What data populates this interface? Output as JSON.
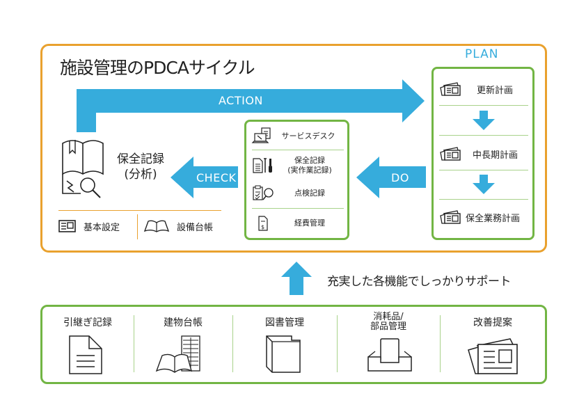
{
  "title": "施設管理のPDCAサイクル",
  "colors": {
    "arrow_blue": "#36acdc",
    "cycle_border_orange": "#e9a12e",
    "group_border_green": "#72b544",
    "separator_green": "#a8d28a"
  },
  "plan": {
    "label": "PLAN",
    "items": [
      {
        "label": "更新計画",
        "icon": "document-stack-icon"
      },
      {
        "label": "中長期計画",
        "icon": "document-stack-icon"
      },
      {
        "label": "保全業務計画",
        "icon": "document-stack-icon"
      }
    ]
  },
  "arrows": {
    "action": "ACTION",
    "do": "DO",
    "check": "CHECK"
  },
  "do": {
    "items": [
      {
        "label": "サービスデスク",
        "icon": "laptop-document-icon"
      },
      {
        "label_line1": "保全記録",
        "label_line2": "(実作業記録)",
        "icon": "document-tools-icon"
      },
      {
        "label": "点検記録",
        "icon": "checklist-search-icon"
      },
      {
        "label": "経費管理",
        "icon": "expense-document-icon"
      }
    ]
  },
  "check": {
    "label_line1": "保全記録",
    "label_line2": "(分析)",
    "icon": "book-analysis-icon",
    "sub_items": [
      {
        "label": "基本設定",
        "icon": "document-icon"
      },
      {
        "label": "設備台帳",
        "icon": "open-book-icon"
      }
    ]
  },
  "support": {
    "text": "充実した各機能でしっかりサポート"
  },
  "features": [
    {
      "label": "引継ぎ記録",
      "icon": "page-icon"
    },
    {
      "label": "建物台帳",
      "icon": "book-building-icon"
    },
    {
      "label": "図書管理",
      "icon": "binder-icon"
    },
    {
      "label_line1": "消耗品/",
      "label_line2": "部品管理",
      "icon": "tray-icon"
    },
    {
      "label": "改善提案",
      "icon": "newspaper-icon"
    }
  ]
}
